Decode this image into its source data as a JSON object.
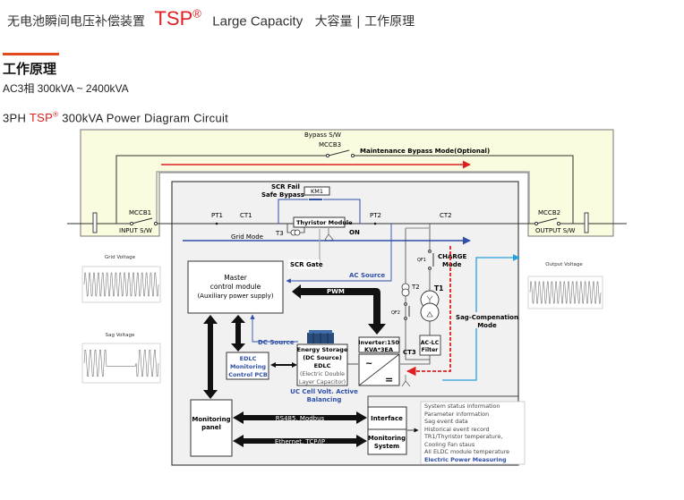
{
  "header": {
    "product_cn": "无电池瞬间电压补偿装置",
    "brand": "TSP",
    "reg": "®",
    "subtitle_en": "Large Capacity",
    "subtitle_cn": "大容量 | 工作原理"
  },
  "section": {
    "title": "工作原理",
    "spec": "AC3相 300kVA ~ 2400kVA"
  },
  "diagram": {
    "title_prefix": "3PH",
    "title_brand": "TSP",
    "title_reg": "®",
    "title_suffix": "300kVA Power Diagram Circuit",
    "bypass_sw": "Bypass S/W",
    "mccb3": "MCCB3",
    "maintenance": "Maintenance Bypass Mode(Optional)",
    "mccb1": "MCCB1",
    "input_sw": "INPUT S/W",
    "mccb2": "MCCB2",
    "output_sw": "OUTPUT S/W",
    "scr_fail": "SCR Fail",
    "safe_bypass": "Safe Bypass",
    "km1": "KM1",
    "pt1": "PT1",
    "ct1": "CT1",
    "pt2": "PT2",
    "ct2": "CT2",
    "ct3": "CT3",
    "t1": "T1",
    "t2": "T2",
    "t3": "T3",
    "qf1": "QF1",
    "qf2": "QF2",
    "thyristor": "Thyristor Module",
    "grid_mode": "Grid Mode",
    "on": "ON",
    "scr_gate": "SCR Gate",
    "ac_source": "AC Source",
    "dc_source": "DC Source",
    "pwm": "PWM",
    "charge_mode": [
      "CHARGE",
      "Mode"
    ],
    "sag_mode": [
      "Sag-Compenation",
      "Mode"
    ],
    "master": [
      "Master",
      "control module",
      "(Auxiliary power supply)"
    ],
    "edlc_pcb": [
      "EDLC",
      "Monitoring",
      "Control PCB"
    ],
    "energy": [
      "Energy Storage",
      "(DC Source)",
      "EDLC",
      "(Electric Double",
      "Layer Capacitor)"
    ],
    "uc_cell": [
      "UC Cell Volt. Active",
      "Balancing"
    ],
    "inverter": [
      "Inverter:150",
      "KVA*3EA"
    ],
    "inv_ac": "~",
    "inv_dc": "=",
    "aclc": [
      "AC-LC",
      "Filter"
    ],
    "monitoring_panel": [
      "Monitoring",
      "panel"
    ],
    "rs485": "RS485, Modbus",
    "ethernet": "Ethernet, TCP/IP",
    "interface": "Interface",
    "monitoring_system": [
      "Monitoring",
      "System"
    ],
    "info_list": [
      "System status information",
      "Parameter information",
      "Sag event data",
      "Historical event record",
      "TR1/Thyristor temperature,",
      "Cooling Fan staus",
      "All ELDC module temperature"
    ],
    "info_highlight": "Electric Power Measuring",
    "grid_voltage": "Grid Voltage",
    "sag_voltage": "Sag  Voltage",
    "output_voltage": "Output Voltage"
  },
  "colors": {
    "brand_red": "#e02020",
    "accent_orange": "#e24a1b",
    "blue": "#2f4fa8",
    "light_blue": "#2aa0e0",
    "beige": "#fbfbdf"
  }
}
